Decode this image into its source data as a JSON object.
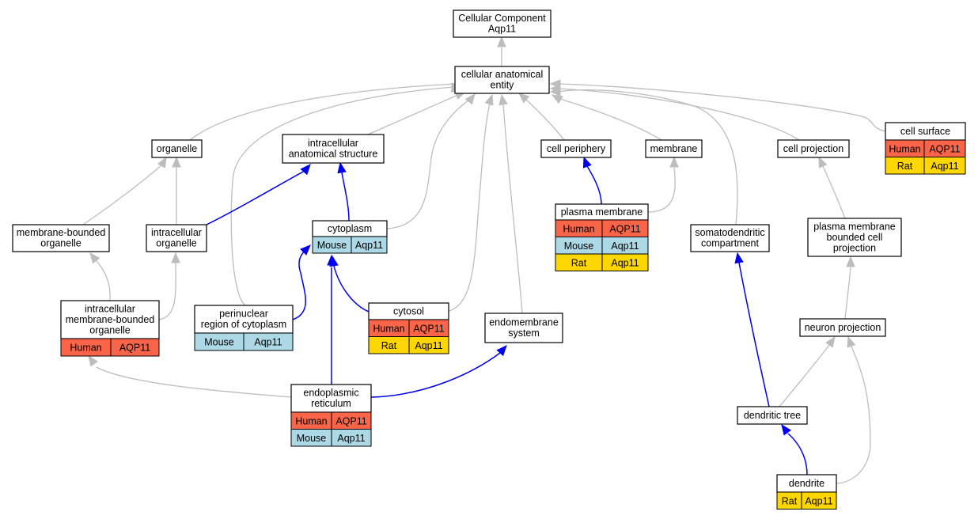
{
  "colors": {
    "species": {
      "Human": "#fa6449",
      "Mouse": "#add8e6",
      "Rat": "#ffd700"
    },
    "edge_is_a": "#bdbdbd",
    "edge_part_of": "#0000ee"
  },
  "nodes": {
    "cc_root": {
      "lines": [
        "Cellular Component",
        "Aqp11"
      ]
    },
    "cae": {
      "lines": [
        "cellular anatomical",
        "entity"
      ]
    },
    "organelle": {
      "lines": [
        "organelle"
      ]
    },
    "ias": {
      "lines": [
        "intracellular",
        "anatomical structure"
      ]
    },
    "periphery": {
      "lines": [
        "cell periphery"
      ]
    },
    "membrane": {
      "lines": [
        "membrane"
      ]
    },
    "projection": {
      "lines": [
        "cell projection"
      ]
    },
    "surface": {
      "lines": [
        "cell surface"
      ],
      "rows": [
        [
          "Human",
          "AQP11"
        ],
        [
          "Rat",
          "Aqp11"
        ]
      ]
    },
    "mbo": {
      "lines": [
        "membrane-bounded",
        "organelle"
      ]
    },
    "io": {
      "lines": [
        "intracellular",
        "organelle"
      ]
    },
    "cytoplasm": {
      "lines": [
        "cytoplasm"
      ],
      "rows": [
        [
          "Mouse",
          "Aqp11"
        ]
      ]
    },
    "pm": {
      "lines": [
        "plasma membrane"
      ],
      "rows": [
        [
          "Human",
          "AQP11"
        ],
        [
          "Mouse",
          "Aqp11"
        ],
        [
          "Rat",
          "Aqp11"
        ]
      ]
    },
    "somato": {
      "lines": [
        "somatodendritic",
        "compartment"
      ]
    },
    "pmbcp": {
      "lines": [
        "plasma membrane",
        "bounded cell",
        "projection"
      ]
    },
    "imbo": {
      "lines": [
        "intracellular",
        "membrane-bounded",
        "organelle"
      ],
      "rows": [
        [
          "Human",
          "AQP11"
        ]
      ]
    },
    "perinuc": {
      "lines": [
        "perinuclear",
        "region of cytoplasm"
      ],
      "rows": [
        [
          "Mouse",
          "Aqp11"
        ]
      ]
    },
    "cytosol": {
      "lines": [
        "cytosol"
      ],
      "rows": [
        [
          "Human",
          "AQP11"
        ],
        [
          "Rat",
          "Aqp11"
        ]
      ]
    },
    "endomem": {
      "lines": [
        "endomembrane",
        "system"
      ]
    },
    "neuronproj": {
      "lines": [
        "neuron projection"
      ]
    },
    "er": {
      "lines": [
        "endoplasmic",
        "reticulum"
      ],
      "rows": [
        [
          "Human",
          "AQP11"
        ],
        [
          "Mouse",
          "Aqp11"
        ]
      ]
    },
    "dtree": {
      "lines": [
        "dendritic tree"
      ]
    },
    "dendrite": {
      "lines": [
        "dendrite"
      ],
      "rows": [
        [
          "Rat",
          "Aqp11"
        ]
      ]
    }
  },
  "edges": [
    {
      "from": "cae",
      "to": "cc_root",
      "type": "is_a"
    },
    {
      "from": "organelle",
      "to": "cae",
      "type": "is_a"
    },
    {
      "from": "ias",
      "to": "cae",
      "type": "is_a"
    },
    {
      "from": "periphery",
      "to": "cae",
      "type": "is_a"
    },
    {
      "from": "membrane",
      "to": "cae",
      "type": "is_a"
    },
    {
      "from": "projection",
      "to": "cae",
      "type": "is_a"
    },
    {
      "from": "surface",
      "to": "cae",
      "type": "is_a"
    },
    {
      "from": "perinuc",
      "to": "cae",
      "type": "is_a"
    },
    {
      "from": "cytoplasm",
      "to": "cae",
      "type": "is_a"
    },
    {
      "from": "cytosol",
      "to": "cae",
      "type": "is_a"
    },
    {
      "from": "endomem",
      "to": "cae",
      "type": "is_a"
    },
    {
      "from": "somato",
      "to": "cae",
      "type": "is_a"
    },
    {
      "from": "mbo",
      "to": "organelle",
      "type": "is_a"
    },
    {
      "from": "io",
      "to": "organelle",
      "type": "is_a"
    },
    {
      "from": "io",
      "to": "ias",
      "type": "part_of"
    },
    {
      "from": "cytoplasm",
      "to": "ias",
      "type": "part_of"
    },
    {
      "from": "pm",
      "to": "periphery",
      "type": "part_of"
    },
    {
      "from": "pm",
      "to": "membrane",
      "type": "is_a"
    },
    {
      "from": "pmbcp",
      "to": "projection",
      "type": "is_a"
    },
    {
      "from": "imbo",
      "to": "mbo",
      "type": "is_a"
    },
    {
      "from": "imbo",
      "to": "io",
      "type": "is_a"
    },
    {
      "from": "perinuc",
      "to": "cytoplasm",
      "type": "part_of"
    },
    {
      "from": "cytosol",
      "to": "cytoplasm",
      "type": "part_of"
    },
    {
      "from": "er",
      "to": "cytoplasm",
      "type": "part_of"
    },
    {
      "from": "er",
      "to": "endomem",
      "type": "part_of"
    },
    {
      "from": "er",
      "to": "imbo",
      "type": "is_a"
    },
    {
      "from": "neuronproj",
      "to": "pmbcp",
      "type": "is_a"
    },
    {
      "from": "dtree",
      "to": "somato",
      "type": "part_of"
    },
    {
      "from": "dtree",
      "to": "neuronproj",
      "type": "is_a"
    },
    {
      "from": "dendrite",
      "to": "dtree",
      "type": "part_of"
    },
    {
      "from": "dendrite",
      "to": "neuronproj",
      "type": "is_a"
    }
  ]
}
